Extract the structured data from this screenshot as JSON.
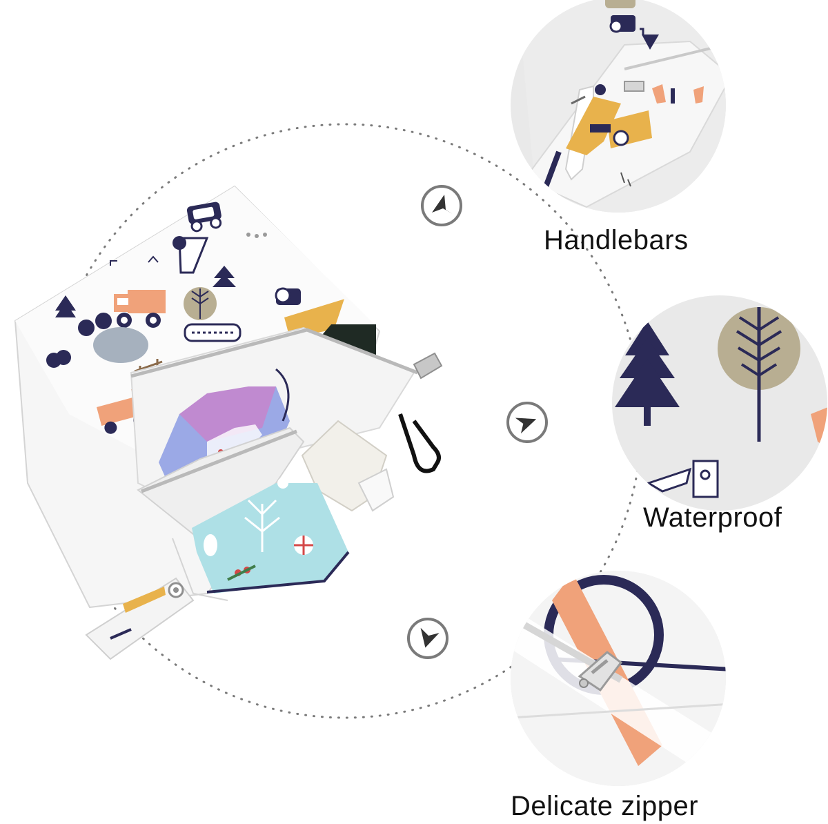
{
  "features": [
    {
      "label": "Handlebars",
      "icon": "carabiner-clip-closeup"
    },
    {
      "label": "Waterproof",
      "icon": "tree-print-closeup"
    },
    {
      "label": "Delicate zipper",
      "icon": "zipper-pull-closeup"
    }
  ],
  "colors": {
    "background": "#ffffff",
    "dotted_ring": "#7a7a7a",
    "detail_circle": "#e9e9e9",
    "navy": "#2b2a57",
    "orange": "#f0a27a",
    "mustard": "#e8b24c",
    "sage": "#b8ae92",
    "sky_blue": "#aee0e6"
  }
}
